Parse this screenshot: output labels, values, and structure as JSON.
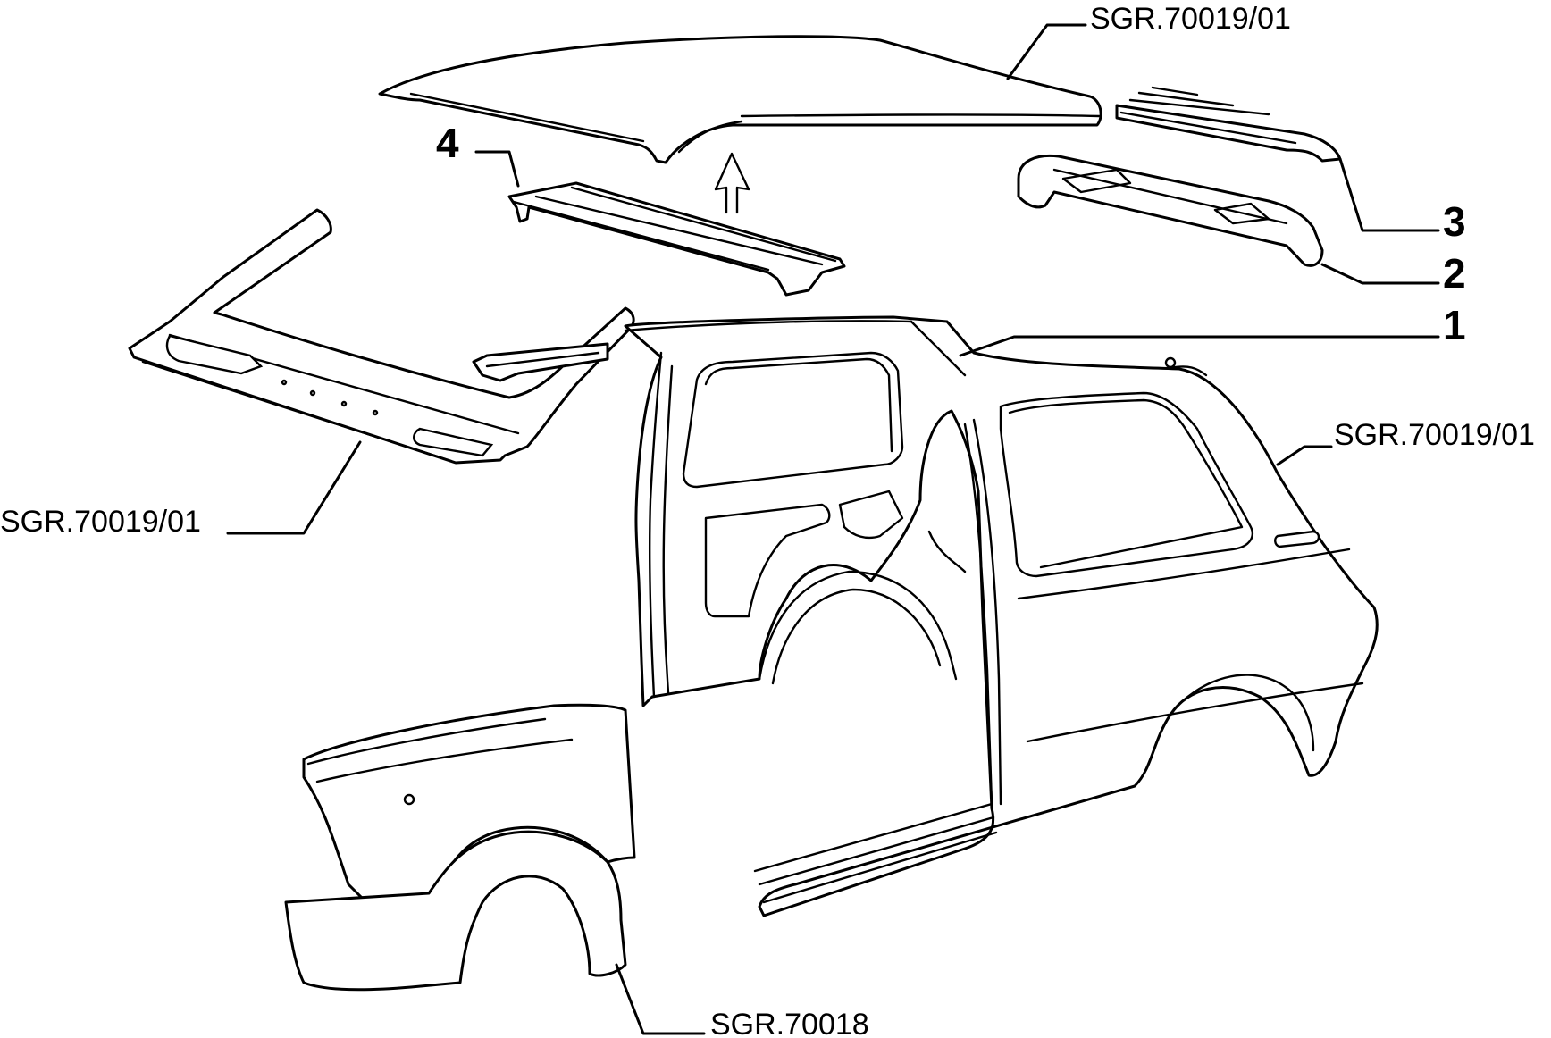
{
  "labels": {
    "roof_ref": "SGR.70019/01",
    "front_frame_ref": "SGR.70019/01",
    "side_ref": "SGR.70019/01",
    "fender_ref": "SGR.70018",
    "item_1": "1",
    "item_2": "2",
    "item_3": "3",
    "item_4": "4"
  },
  "colors": {
    "line": "#000000",
    "background": "#ffffff"
  }
}
